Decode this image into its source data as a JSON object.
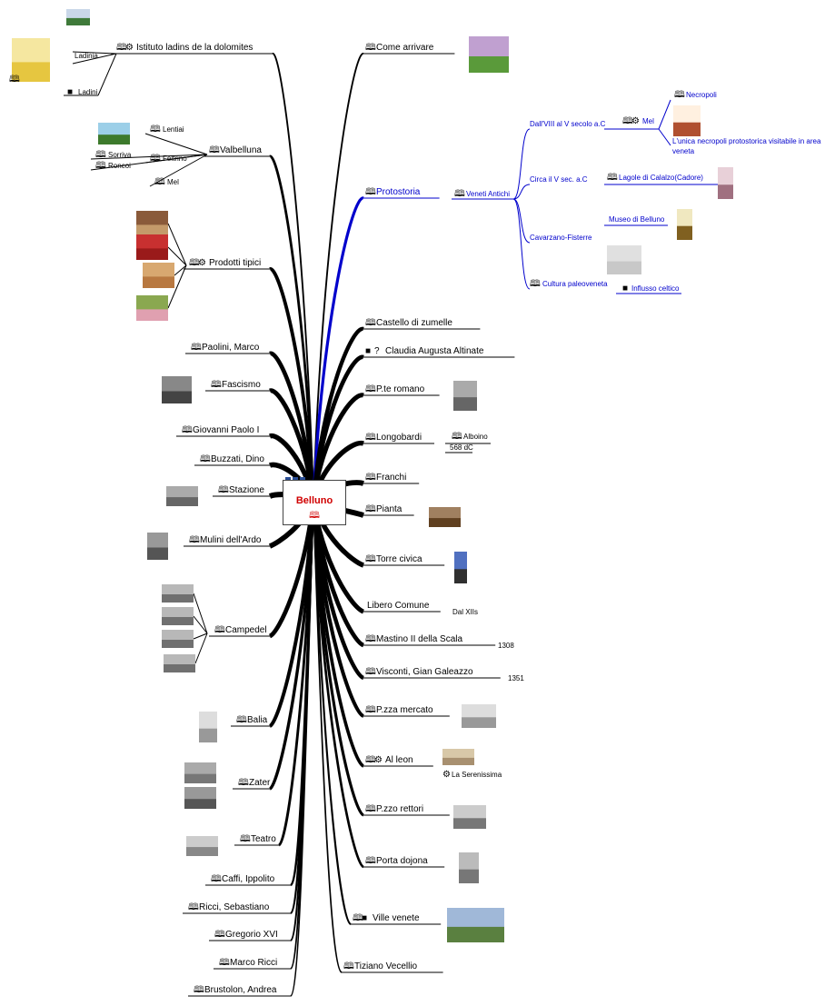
{
  "center": {
    "title": "Belluno",
    "icon": "book-icon"
  },
  "left": [
    {
      "label": "Istituto ladins de la dolomites",
      "icons": "book-icon,gear-icon",
      "children": [
        "Ladinia",
        "Ladini"
      ]
    },
    {
      "label": "Valbelluna",
      "icons": "book-icon",
      "children": [
        "Lentiai",
        "Feltrino",
        "Sorriva",
        "Roncoi",
        "Mel"
      ]
    },
    {
      "label": "Prodotti tipici",
      "icons": "book-icon,gear-icon"
    },
    {
      "label": "Paolini, Marco",
      "icons": "book-icon"
    },
    {
      "label": "Fascismo",
      "icons": "book-icon"
    },
    {
      "label": "Giovanni Paolo I",
      "icons": "book-icon"
    },
    {
      "label": "Buzzati, Dino",
      "icons": "book-icon"
    },
    {
      "label": "Stazione",
      "icons": "book-icon"
    },
    {
      "label": "Mulini dell'Ardo",
      "icons": "book-icon"
    },
    {
      "label": "Campedel",
      "icons": "book-icon"
    },
    {
      "label": "Balia",
      "icons": "book-icon"
    },
    {
      "label": "Zater",
      "icons": "book-icon"
    },
    {
      "label": "Teatro",
      "icons": "book-icon"
    },
    {
      "label": "Caffi, Ippolito",
      "icons": "book-icon"
    },
    {
      "label": "Ricci, Sebastiano",
      "icons": "book-icon"
    },
    {
      "label": "Gregorio XVI",
      "icons": "book-icon"
    },
    {
      "label": "Marco Ricci",
      "icons": "book-icon"
    },
    {
      "label": "Brustolon, Andrea",
      "icons": "book-icon"
    }
  ],
  "right": [
    {
      "label": "Come  arrivare",
      "icons": "book-icon"
    },
    {
      "label": "Protostoria",
      "icons": "book-icon"
    },
    {
      "label": "Castello di zumelle",
      "icons": "book-icon"
    },
    {
      "label": "Claudia Augusta Altinate",
      "icons": "doc-icon,question-icon"
    },
    {
      "label": "P.te romano",
      "icons": "book-icon"
    },
    {
      "label": "Longobardi",
      "icons": "book-icon",
      "children": [
        "Alboino",
        "568 dC"
      ]
    },
    {
      "label": "Franchi",
      "icons": "book-icon"
    },
    {
      "label": "Pianta",
      "icons": "book-icon"
    },
    {
      "label": "Torre civica",
      "icons": "book-icon"
    },
    {
      "label": "Libero Comune",
      "children": [
        "Dal XIIs"
      ]
    },
    {
      "label": "Mastino II della Scala",
      "icons": "book-icon",
      "children": [
        "1308"
      ]
    },
    {
      "label": "Visconti, Gian Galeazzo",
      "icons": "book-icon",
      "children": [
        "1351"
      ]
    },
    {
      "label": "P.zza mercato",
      "icons": "book-icon"
    },
    {
      "label": "Al  leon",
      "icons": "book-icon,gear-icon",
      "children": [
        "La Serenissima"
      ]
    },
    {
      "label": "P.zzo rettori",
      "icons": "book-icon"
    },
    {
      "label": "Porta dojona",
      "icons": "book-icon"
    },
    {
      "label": "Ville venete",
      "icons": "book-icon,doc-icon"
    },
    {
      "label": "Tiziano Vecellio",
      "icons": "book-icon"
    }
  ],
  "protostoria": {
    "root": "Veneti Antichi",
    "branches": [
      {
        "label": "Dall'VIII al V secolo a.C",
        "child": "Mel",
        "sub": [
          "Necropoli",
          "L'unica necropoli protostorica visitabile in area",
          "veneta"
        ]
      },
      {
        "label": "Circa il V sec. a.C",
        "child": "Lagole di Calalzo(Cadore)"
      },
      {
        "label": "Cavarzano-Fisterre",
        "child": "Museo di Belluno"
      },
      {
        "label": "Cultura paleoveneta",
        "child": "Influsso celtico"
      }
    ]
  }
}
